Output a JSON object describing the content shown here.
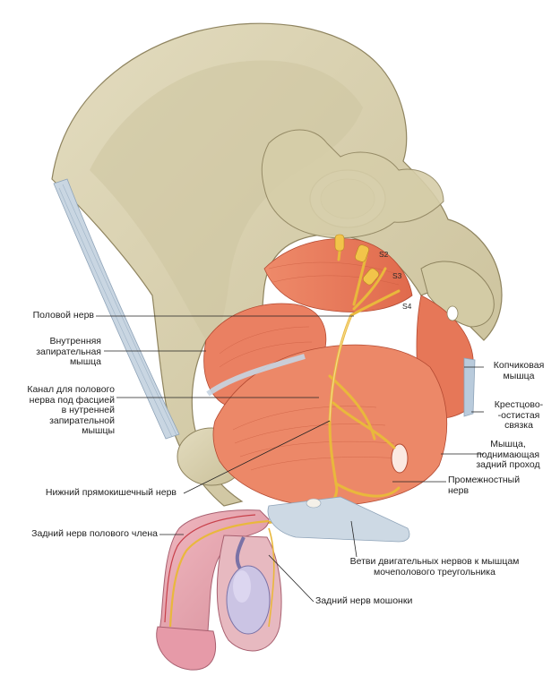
{
  "labels": {
    "pudendal_nerve": "Половой нерв",
    "obturator_internus": "Внутренняя\nзапирательная\nмышца",
    "pudendal_canal": "Канал для полового\nнерва под фасцией\nв нутренней\nзапирательной\nмышцы",
    "inferior_rectal_nerve": "Нижний прямокишечный нерв",
    "dorsal_nerve_penis": "Задний нерв полового члена",
    "coccygeus": "Копчиковая\nмышца",
    "sacrospinous_ligament": "Крестцово-\n-остистая\nсвязка",
    "levator_ani": "Мышца,\nподнимающая\nзадний проход",
    "perineal_nerve": "Промежностный\nнерв",
    "motor_branches": "Ветви двигательных нервов к мышцам\nмочеполового треугольника",
    "posterior_scrotal_nerve": "Задний нерв мошонки"
  },
  "sacral_labels": {
    "s2": "S2",
    "s3": "S3",
    "s4": "S4"
  },
  "colors": {
    "bone": "#d9d1b0",
    "bone_shadow": "#a89d7a",
    "muscle": "#e8785a",
    "muscle_light": "#f0a080",
    "nerve": "#f2c44a",
    "ligament": "#c4d3e0",
    "skin": "#e8a5b0",
    "testis": "#c8c0e0"
  }
}
